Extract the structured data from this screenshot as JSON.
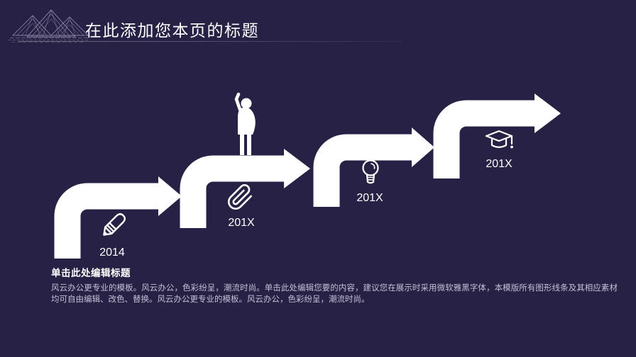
{
  "slide": {
    "background_color": "#272145",
    "arrow_color": "#ffffff",
    "body_text_color": "#c3bfd4"
  },
  "header": {
    "title": "在此添加您本页的标题",
    "logo": "wireframe-mountains-logo"
  },
  "timeline": {
    "milestones": [
      {
        "label": "2014",
        "icon": "pencil-icon"
      },
      {
        "label": "201X",
        "icon": "paperclip-icon"
      },
      {
        "label": "201X",
        "icon": "lightbulb-icon"
      },
      {
        "label": "201X",
        "icon": "graduation-cap-icon"
      }
    ],
    "figure": "person-raising-hand"
  },
  "footer": {
    "heading": "单击此处编辑标题",
    "body": "风云办公更专业的模板。风云办公，色彩纷呈，潮流时尚。单击此处编辑您要的内容，建议您在展示时采用微软雅黑字体，本模版所有图形线条及其相应素材均可自由编辑、改色、替换。风云办公更专业的模板。风云办公，色彩纷呈，潮流时尚。"
  }
}
